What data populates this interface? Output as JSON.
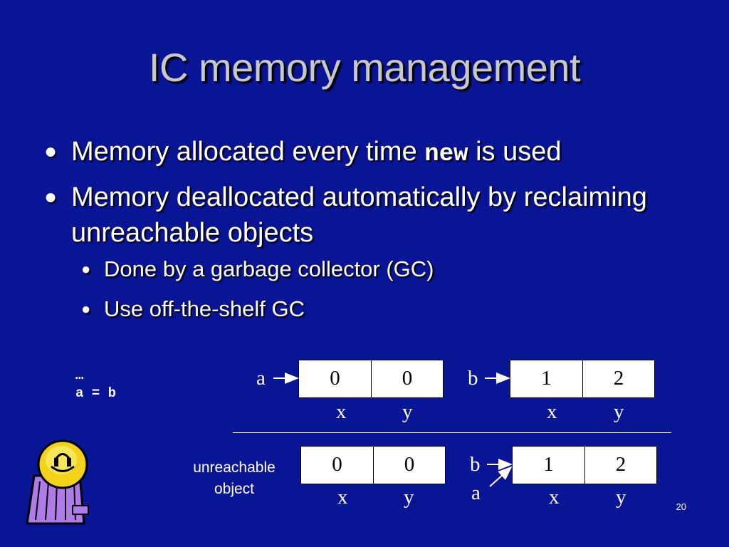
{
  "title": "IC memory management",
  "bullets": [
    {
      "prefix": "Memory allocated every time ",
      "code": "new",
      "suffix": " is used"
    },
    {
      "prefix": "Memory deallocated automatically by reclaiming ",
      "emph": "unreachable",
      "suffix": " objects"
    }
  ],
  "sub_bullets": [
    "Done by a garbage collector (GC)",
    "Use off-the-shelf GC"
  ],
  "code_lines": [
    "…",
    "a = b"
  ],
  "top_row": {
    "obj_a": {
      "label": "a",
      "values": [
        "0",
        "0"
      ],
      "fields": [
        "x",
        "y"
      ]
    },
    "obj_b": {
      "label": "b",
      "values": [
        "1",
        "2"
      ],
      "fields": [
        "x",
        "y"
      ]
    }
  },
  "bottom_row": {
    "unreachable_label": [
      "unreachable",
      "object"
    ],
    "obj_left": {
      "values": [
        "0",
        "0"
      ],
      "fields": [
        "x",
        "y"
      ]
    },
    "obj_right": {
      "labels": [
        "b",
        "a"
      ],
      "values": [
        "1",
        "2"
      ],
      "fields": [
        "x",
        "y"
      ]
    }
  },
  "page_number": "20",
  "colors": {
    "background": "#0a1596",
    "title": "#c8c8c8",
    "text": "#ffffff",
    "box": "#ffffff"
  }
}
